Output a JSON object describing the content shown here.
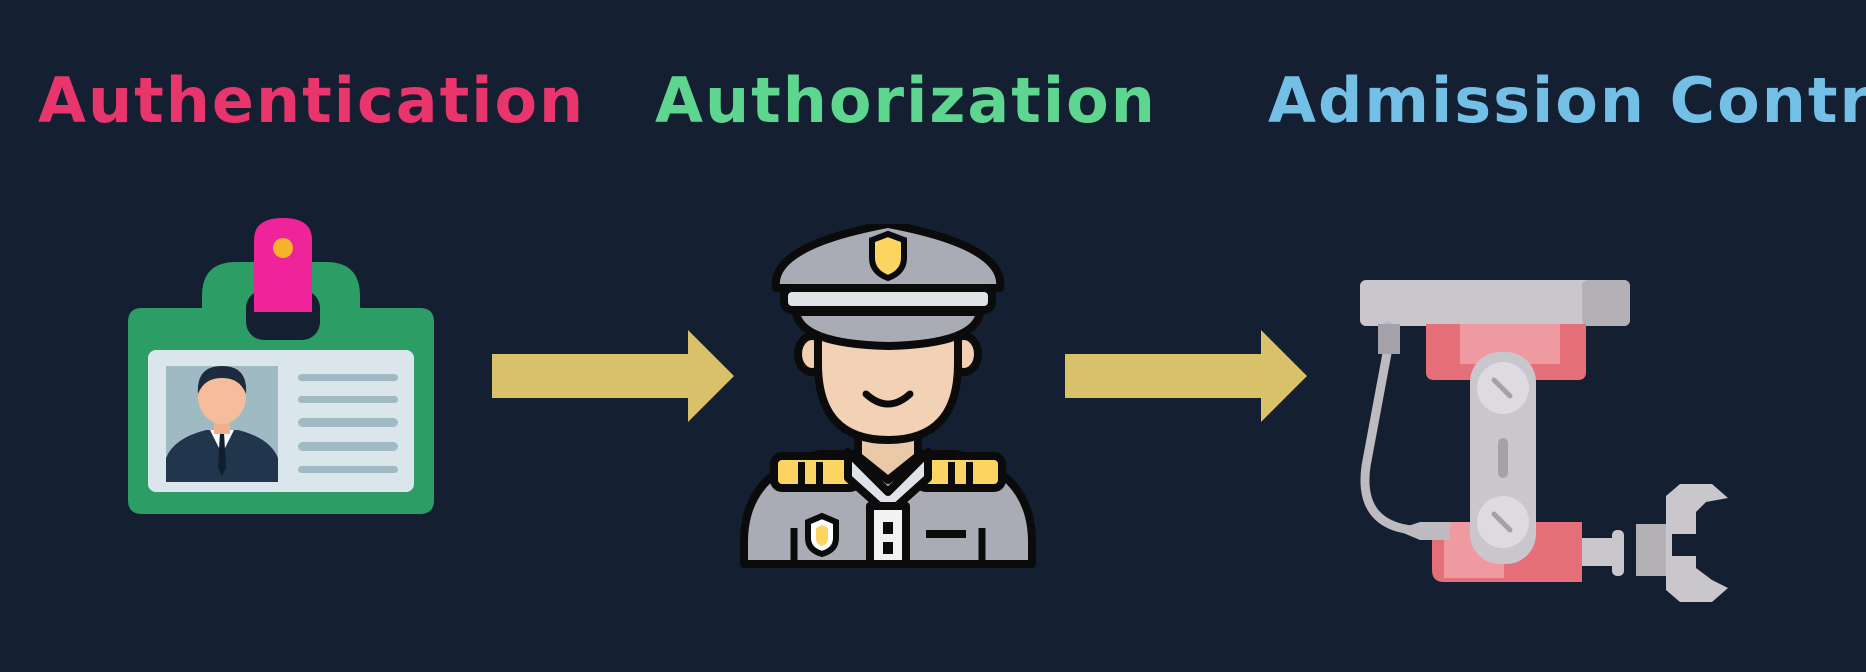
{
  "stages": [
    {
      "label": "Authentication",
      "color": "#e8366c",
      "icon": "id-badge-icon"
    },
    {
      "label": "Authorization",
      "color": "#5fd68f",
      "icon": "police-officer-icon"
    },
    {
      "label": "Admission Control",
      "color": "#74bfe6",
      "icon": "robotic-arm-icon"
    }
  ],
  "arrow_color": "#d8c168",
  "background_color": "#142031"
}
